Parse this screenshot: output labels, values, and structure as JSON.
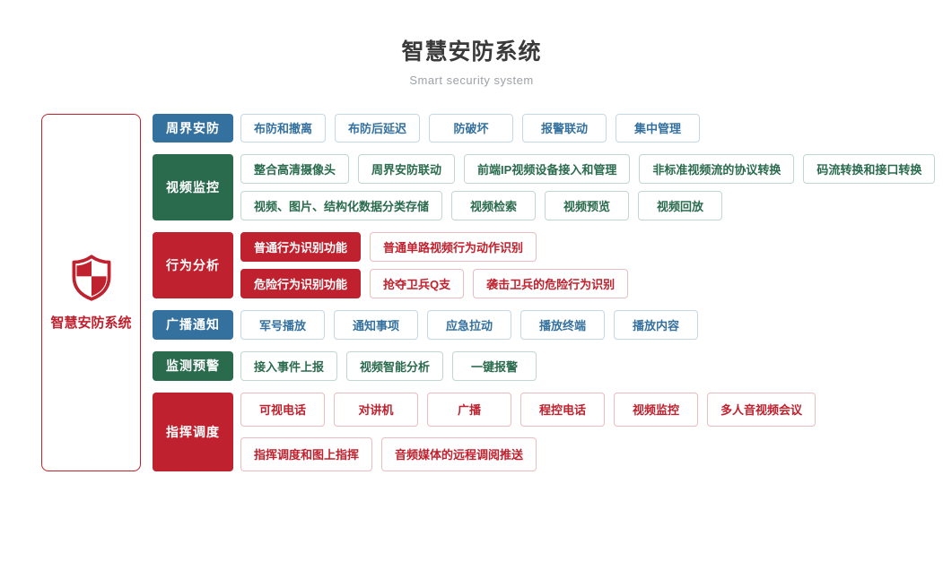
{
  "header": {
    "title": "智慧安防系统",
    "subtitle": "Smart security system"
  },
  "root": {
    "label": "智慧安防系统",
    "icon": "shield-icon"
  },
  "colors": {
    "blue": "#35719E",
    "green": "#2A6B4E",
    "red": "#C0212E",
    "blue_border": "#C5D7E5",
    "green_border": "#C2D8CC",
    "red_border": "#EABDC1",
    "title": "#3A3A3A",
    "subtitle": "#9CA2A8"
  },
  "groups": [
    {
      "id": "perimeter-security",
      "label": "周界安防",
      "theme": "blue",
      "rows": [
        [
          {
            "label": "布防和撤离",
            "filled": false
          },
          {
            "label": "布防后延迟",
            "filled": false
          },
          {
            "label": "防破坏",
            "filled": false
          },
          {
            "label": "报警联动",
            "filled": false
          },
          {
            "label": "集中管理",
            "filled": false
          }
        ]
      ]
    },
    {
      "id": "video-surveillance",
      "label": "视频监控",
      "theme": "green",
      "rows": [
        [
          {
            "label": "整合高清摄像头",
            "filled": false
          },
          {
            "label": "周界安防联动",
            "filled": false
          },
          {
            "label": "前端IP视频设备接入和管理",
            "filled": false
          },
          {
            "label": "非标准视频流的协议转换",
            "filled": false
          },
          {
            "label": "码流转换和接口转换",
            "filled": false
          }
        ],
        [
          {
            "label": "视频、图片、结构化数据分类存储",
            "filled": false
          },
          {
            "label": "视频检索",
            "filled": false
          },
          {
            "label": "视频预览",
            "filled": false
          },
          {
            "label": "视频回放",
            "filled": false
          }
        ]
      ]
    },
    {
      "id": "behavior-analysis",
      "label": "行为分析",
      "theme": "red",
      "rows": [
        [
          {
            "label": "普通行为识别功能",
            "filled": true
          },
          {
            "label": "普通单路视频行为动作识别",
            "filled": false
          }
        ],
        [
          {
            "label": "危险行为识别功能",
            "filled": true
          },
          {
            "label": "抢夺卫兵Q支",
            "filled": false
          },
          {
            "label": "袭击卫兵的危险行为识别",
            "filled": false
          }
        ]
      ]
    },
    {
      "id": "broadcast-notice",
      "label": "广播通知",
      "theme": "blue",
      "rows": [
        [
          {
            "label": "军号播放",
            "filled": false
          },
          {
            "label": "通知事项",
            "filled": false
          },
          {
            "label": "应急拉动",
            "filled": false
          },
          {
            "label": "播放终端",
            "filled": false
          },
          {
            "label": "播放内容",
            "filled": false
          }
        ]
      ]
    },
    {
      "id": "monitoring-warning",
      "label": "监测预警",
      "theme": "green",
      "rows": [
        [
          {
            "label": "接入事件上报",
            "filled": false
          },
          {
            "label": "视频智能分析",
            "filled": false
          },
          {
            "label": "一键报警",
            "filled": false
          }
        ]
      ]
    },
    {
      "id": "command-dispatch",
      "label": "指挥调度",
      "theme": "red",
      "rows": [
        [
          {
            "label": "可视电话",
            "filled": false
          },
          {
            "label": "对讲机",
            "filled": false
          },
          {
            "label": "广播",
            "filled": false
          },
          {
            "label": "程控电话",
            "filled": false
          },
          {
            "label": "视频监控",
            "filled": false
          },
          {
            "label": "多人音视频会议",
            "filled": false
          }
        ],
        [
          {
            "label": "指挥调度和图上指挥",
            "filled": false
          },
          {
            "label": "音频媒体的远程调阅推送",
            "filled": false
          }
        ]
      ]
    }
  ]
}
